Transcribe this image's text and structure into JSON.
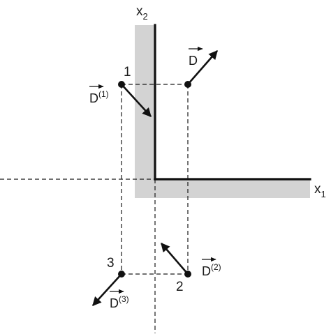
{
  "axes": {
    "x1": {
      "base": "x",
      "sub": "1"
    },
    "x2": {
      "base": "x",
      "sub": "2"
    }
  },
  "points": [
    {
      "id": "1",
      "label": "1"
    },
    {
      "id": "2",
      "label": "2"
    },
    {
      "id": "3",
      "label": "3"
    }
  ],
  "vectors": {
    "D": {
      "base": "D",
      "sup": ""
    },
    "D1": {
      "base": "D",
      "sup": "(1)"
    },
    "D2": {
      "base": "D",
      "sup": "(2)"
    },
    "D3": {
      "base": "D",
      "sup": "(3)"
    }
  },
  "colors": {
    "wall": "#d3d3d3",
    "ink": "#111111"
  }
}
